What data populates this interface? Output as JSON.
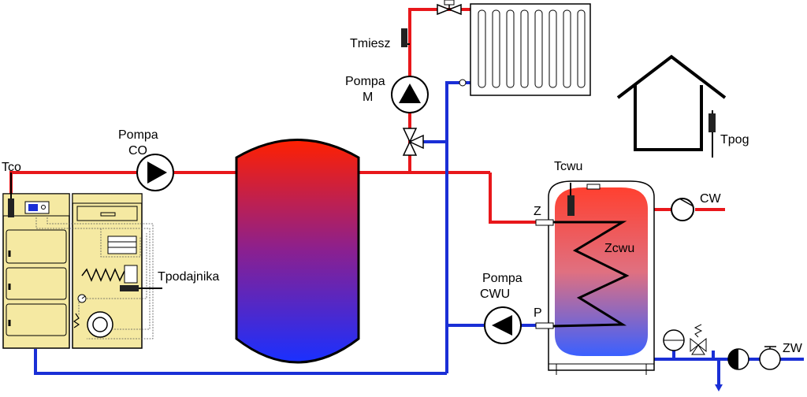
{
  "labels": {
    "tco": "Tco",
    "pompa_co_line1": "Pompa",
    "pompa_co_line2": "CO",
    "tpodajnika": "Tpodajnika",
    "tmiesz": "Tmiesz",
    "pompa_m_line1": "Pompa",
    "pompa_m_line2": "M",
    "tpog": "Tpog",
    "tcwu": "Tcwu",
    "cw": "CW",
    "z": "Z",
    "zcwu": "Zcwu",
    "pompa_cwu_line1": "Pompa",
    "pompa_cwu_line2": "CWU",
    "p": "P",
    "zw": "ZW"
  },
  "colors": {
    "supply": "#e8171b",
    "return": "#1a2fd6",
    "boiler": "#f5e9a2",
    "outline": "#000000"
  },
  "icons": {
    "pump": "pump-icon",
    "valve": "three-way-valve-icon",
    "sensor": "temperature-sensor-icon",
    "radiator": "radiator-icon",
    "house": "house-icon"
  }
}
